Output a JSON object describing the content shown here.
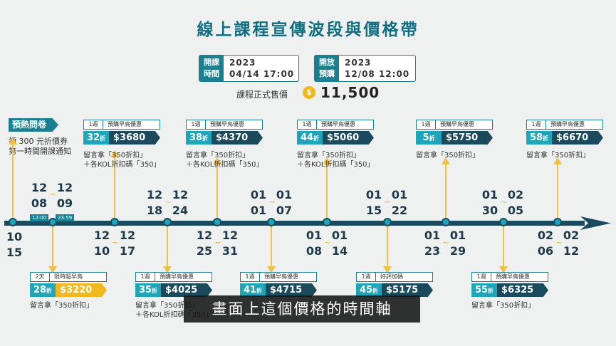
{
  "title": "線上課程宣傳波段與價格帶",
  "course_start": {
    "label_top": "開課",
    "label_bottom": "時間",
    "year": "2023",
    "datetime": "04/14 17:00"
  },
  "course_open": {
    "label_top": "開放",
    "label_bottom": "預購",
    "year": "2023",
    "datetime": "12/08 12:00"
  },
  "official_price": {
    "label": "課程正式售價",
    "coin": "$",
    "value": "11,500"
  },
  "survey": {
    "badge": "預熱問卷",
    "line1": "領 300 元折價券",
    "line2": "第一時間開課通知"
  },
  "dates": {
    "d1": {
      "m": "10",
      "d": "15"
    },
    "d2a": {
      "m": "12",
      "d": "08",
      "t": "12:00"
    },
    "d2b": {
      "m": "12",
      "d": "09",
      "t": "23:59"
    },
    "d3a": {
      "m": "12",
      "d": "10"
    },
    "d3b": {
      "m": "12",
      "d": "17"
    },
    "d4a": {
      "m": "12",
      "d": "18"
    },
    "d4b": {
      "m": "12",
      "d": "24"
    },
    "d5a": {
      "m": "12",
      "d": "25"
    },
    "d5b": {
      "m": "12",
      "d": "31"
    },
    "d6a": {
      "m": "01",
      "d": "01"
    },
    "d6b": {
      "m": "01",
      "d": "07"
    },
    "d7a": {
      "m": "01",
      "d": "08"
    },
    "d7b": {
      "m": "01",
      "d": "14"
    },
    "d8a": {
      "m": "01",
      "d": "15"
    },
    "d8b": {
      "m": "01",
      "d": "22"
    },
    "d9a": {
      "m": "01",
      "d": "23"
    },
    "d9b": {
      "m": "01",
      "d": "29"
    },
    "d10a": {
      "m": "01",
      "d": "30"
    },
    "d10b": {
      "m": "02",
      "d": "05"
    },
    "d11a": {
      "m": "02",
      "d": "06"
    },
    "d11b": {
      "m": "02",
      "d": "12"
    }
  },
  "tilde": "~",
  "cards": {
    "c1": {
      "dur": "1週",
      "name": "預購早鳥優惠",
      "disc": "32",
      "unit": "折",
      "price": "$3680",
      "note1": "留言拿「350折扣」",
      "note2": "＋各KOL折扣碼「350」"
    },
    "c2": {
      "dur": "1週",
      "name": "預購早鳥優惠",
      "disc": "38",
      "unit": "折",
      "price": "$4370",
      "note1": "留言拿「350折扣」",
      "note2": "＋各KOL折扣碼「350」"
    },
    "c3": {
      "dur": "1週",
      "name": "預購早鳥優惠",
      "disc": "44",
      "unit": "折",
      "price": "$5060",
      "note1": "留言拿「350折扣」",
      "note2": "＋各KOL折扣碼「350」"
    },
    "c4": {
      "dur": "1週",
      "name": "預購早鳥優惠",
      "disc": "5",
      "unit": "折",
      "price": "$5750",
      "note1": "留言拿「350折扣」"
    },
    "c5": {
      "dur": "1週",
      "name": "預購早鳥優惠",
      "disc": "58",
      "unit": "折",
      "price": "$6670",
      "note1": "留言拿「350折扣」"
    },
    "c6": {
      "dur": "2天",
      "name": "限時超早鳥",
      "disc": "28",
      "unit": "折",
      "price": "$3220",
      "note1": "留言拿「350折扣」"
    },
    "c7": {
      "dur": "1週",
      "name": "預購早鳥優惠",
      "disc": "35",
      "unit": "折",
      "price": "$4025",
      "note1": "留言拿「350折扣」",
      "note2": "＋各KOL折扣碼「350」"
    },
    "c8": {
      "dur": "1週",
      "name": "預購早鳥優惠",
      "disc": "41",
      "unit": "折",
      "price": "$4715"
    },
    "c9": {
      "dur": "1週",
      "name": "好評加碼",
      "disc": "45",
      "unit": "折",
      "price": "$5175"
    },
    "c10": {
      "dur": "1週",
      "name": "預購早鳥優惠",
      "disc": "55",
      "unit": "折",
      "price": "$6325",
      "note1": "留言拿「350折扣」"
    }
  },
  "subtitle": "畫面上這個價格的時間軸",
  "colors": {
    "primary": "#1a7f8e",
    "dark": "#1b4a5d",
    "accent": "#1ea6b8",
    "gold": "#f3b81e"
  }
}
